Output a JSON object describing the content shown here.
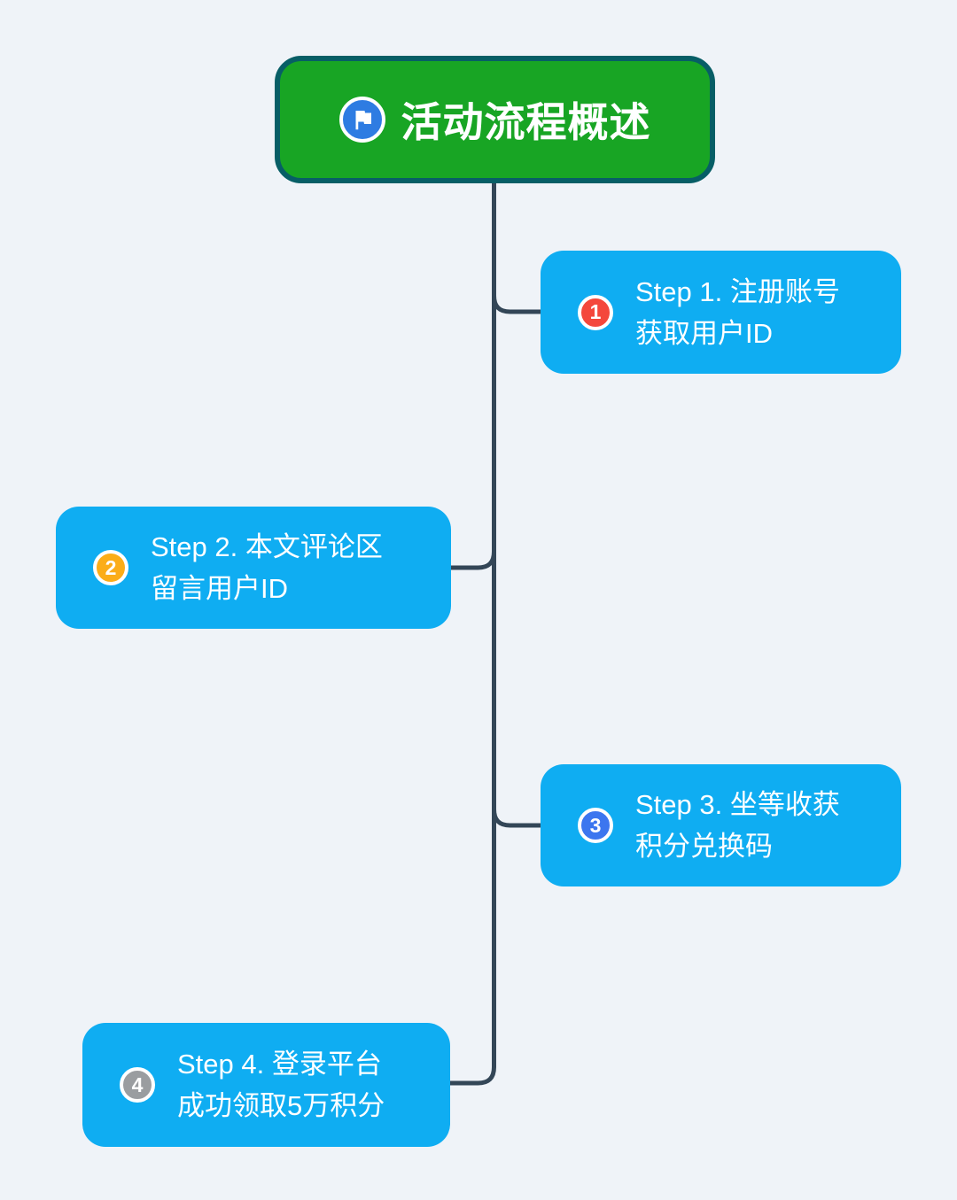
{
  "colors": {
    "background": "#EFF3F8",
    "connector": "#334657",
    "node_fill": "#0FADF2"
  },
  "root": {
    "title": "活动流程概述",
    "fill_color": "#18A524",
    "border_color": "#075E66",
    "icon": "flag-icon",
    "icon_circle_color": "#2E7CE2"
  },
  "steps": [
    {
      "badge": "1",
      "badge_color": "#F4473C",
      "line1": "Step 1. 注册账号",
      "line2": "获取用户ID",
      "side": "right"
    },
    {
      "badge": "2",
      "badge_color": "#FBAD18",
      "line1": "Step 2. 本文评论区",
      "line2": "留言用户ID",
      "side": "left"
    },
    {
      "badge": "3",
      "badge_color": "#3C76EF",
      "line1": "Step 3. 坐等收获",
      "line2": "积分兑换码",
      "side": "right"
    },
    {
      "badge": "4",
      "badge_color": "#9A9DA0",
      "line1": "Step 4. 登录平台",
      "line2": "成功领取5万积分",
      "side": "left"
    }
  ]
}
